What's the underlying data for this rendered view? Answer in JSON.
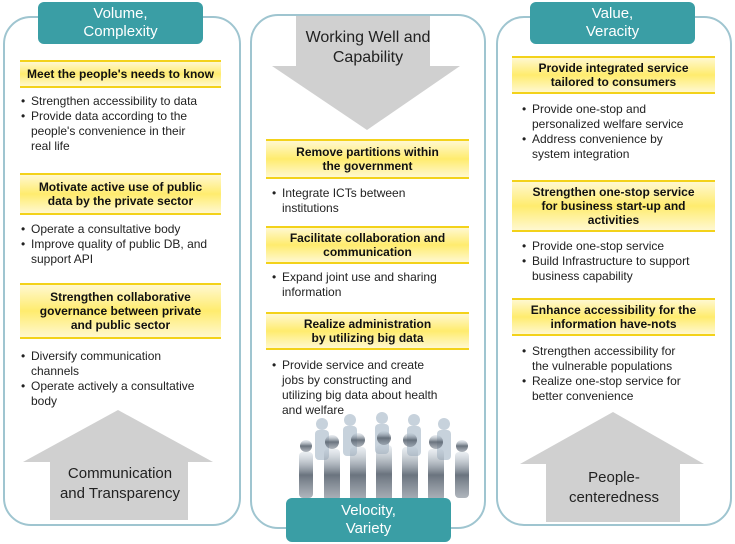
{
  "columns": [
    {
      "tab": "Volume,\nComplexity",
      "sections": [
        {
          "title": "Meet the people's needs to know",
          "bullets": [
            "Strengthen accessibility to data",
            "Provide data according to the\npeople's convenience in their\nreal life"
          ]
        },
        {
          "title": "Motivate active use of public\ndata by the private sector",
          "bullets": [
            "Operate a consultative body",
            "Improve quality of public DB, and\nsupport API"
          ]
        },
        {
          "title": "Strengthen collaborative\ngovernance  between private\nand public  sector",
          "bullets": [
            "Diversify communication\nchannels",
            "Operate actively a consultative\nbody"
          ]
        }
      ],
      "arrow_label": "Communication\nand  Transparency"
    },
    {
      "tab": "Velocity,\nVariety",
      "arrow_label": "Working Well and\nCapability",
      "sections": [
        {
          "title": "Remove partitions within\nthe government",
          "bullets": [
            "Integrate ICTs between\ninstitutions"
          ]
        },
        {
          "title": "Facilitate collaboration and\ncommunication",
          "bullets": [
            "Expand joint use and sharing\ninformation"
          ]
        },
        {
          "title": "Realize administration\nby utilizing big data",
          "bullets": [
            "Provide service and create\njobs  by constructing and\nutilizing big data about health\nand welfare"
          ]
        }
      ]
    },
    {
      "tab": "Value,\nVeracity",
      "sections": [
        {
          "title": "Provide integrated service\ntailored to consumers",
          "bullets": [
            "Provide one-stop and\npersonalized welfare service",
            "Address convenience  by\nsystem integration"
          ]
        },
        {
          "title": "Strengthen one-stop service\nfor business start-up and\nactivities",
          "bullets": [
            "Provide one-stop service",
            "Build Infrastructure to support\nbusiness capability"
          ]
        },
        {
          "title": "Enhance accessibility for the\ninformation have-nots",
          "bullets": [
            "Strengthen accessibility for\nthe vulnerable populations",
            "Realize one-stop service for\nbetter convenience"
          ]
        }
      ],
      "arrow_label": "People-\ncenteredness"
    }
  ],
  "colors": {
    "tab": "#3a9ea5",
    "highlight": "#ffec6e",
    "highlight_border": "#f3d21a",
    "arrow": "#d0d0d0",
    "border": "#9fc5d0"
  }
}
